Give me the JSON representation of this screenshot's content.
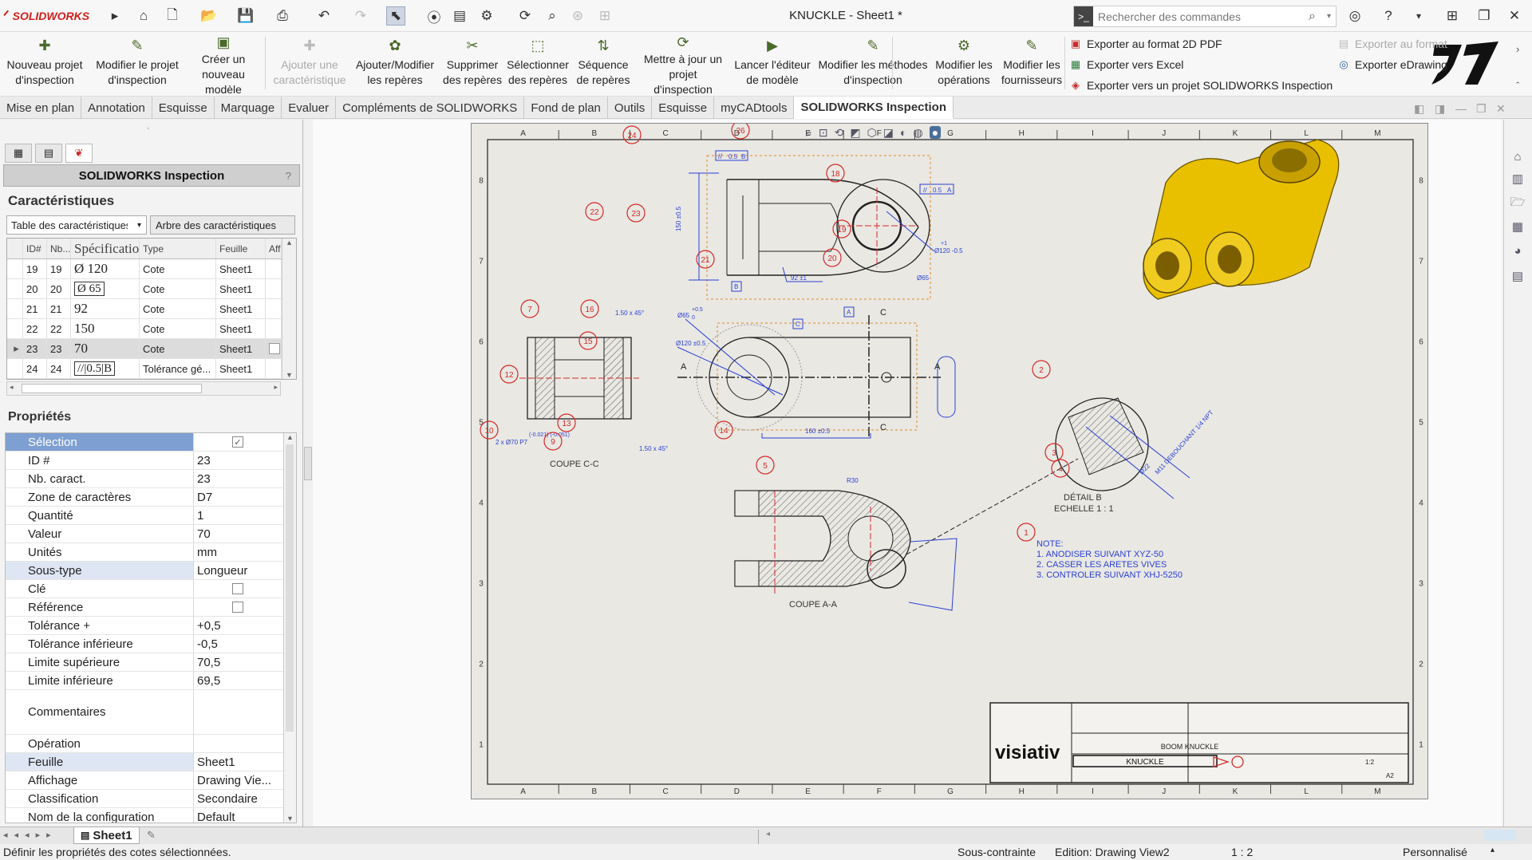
{
  "app": {
    "brand": "SOLIDWORKS",
    "document_title": "KNUCKLE - Sheet1 *"
  },
  "search": {
    "placeholder": "Rechercher des commandes"
  },
  "ribbon": {
    "buttons": [
      {
        "label": "Nouveau projet\nd'inspection",
        "icon": "new-project-icon",
        "enabled": true
      },
      {
        "label": "Modifier le projet\nd'inspection",
        "icon": "edit-project-icon",
        "enabled": true
      },
      {
        "label": "Créer un\nnouveau modèle",
        "icon": "new-template-icon",
        "enabled": true
      },
      {
        "label": "Ajouter une\ncaractéristique",
        "icon": "add-characteristic-icon",
        "enabled": false
      },
      {
        "label": "Ajouter/Modifier\nles repères",
        "icon": "add-balloons-icon",
        "enabled": true
      },
      {
        "label": "Supprimer\ndes repères",
        "icon": "delete-balloons-icon",
        "enabled": true
      },
      {
        "label": "Sélectionner\ndes repères",
        "icon": "select-balloons-icon",
        "enabled": true
      },
      {
        "label": "Séquence\nde repères",
        "icon": "balloon-sequence-icon",
        "enabled": true
      },
      {
        "label": "Mettre à jour un\nprojet d'inspection",
        "icon": "update-project-icon",
        "enabled": true
      },
      {
        "label": "Lancer l'éditeur\nde modèle",
        "icon": "template-editor-icon",
        "enabled": true
      },
      {
        "label": "Modifier les méthodes\nd'inspection",
        "icon": "inspection-methods-icon",
        "enabled": true
      },
      {
        "label": "Modifier les\nopérations",
        "icon": "operations-icon",
        "enabled": true
      },
      {
        "label": "Modifier les\nfournisseurs",
        "icon": "vendors-icon",
        "enabled": true
      }
    ],
    "exports": [
      {
        "label": "Exporter au format 2D PDF",
        "icon": "pdf-icon",
        "enabled": true
      },
      {
        "label": "Exporter vers Excel",
        "icon": "excel-icon",
        "enabled": true
      },
      {
        "label": "Exporter vers un projet SOLIDWORKS Inspection",
        "icon": "inspection-export-icon",
        "enabled": true
      },
      {
        "label": "Exporter au format",
        "icon": "format-export-icon",
        "enabled": false
      },
      {
        "label": "Exporter eDrawing",
        "icon": "edrawing-icon",
        "enabled": true
      }
    ]
  },
  "tabs": [
    "Mise en plan",
    "Annotation",
    "Esquisse",
    "Marquage",
    "Evaluer",
    "Compléments de SOLIDWORKS",
    "Fond de plan",
    "Outils",
    "Esquisse",
    "myCADtools",
    "SOLIDWORKS Inspection"
  ],
  "active_tab": "SOLIDWORKS Inspection",
  "panel": {
    "title": "SOLIDWORKS Inspection",
    "help": "?",
    "characteristics_heading": "Caractéristiques",
    "table_dropdown": "Table des caractéristiques",
    "tree_button": "Arbre des caractéristiques",
    "columns": [
      "ID#",
      "Nb...",
      "Spécification",
      "Type",
      "Feuille",
      "Aff"
    ],
    "rows": [
      {
        "id": "19",
        "nb": "19",
        "spec": "Ø 120",
        "type": "Cote",
        "sheet": "Sheet1",
        "boxed": false
      },
      {
        "id": "20",
        "nb": "20",
        "spec": "Ø  65",
        "type": "Cote",
        "sheet": "Sheet1",
        "boxed": true
      },
      {
        "id": "21",
        "nb": "21",
        "spec": "92",
        "type": "Cote",
        "sheet": "Sheet1",
        "boxed": false
      },
      {
        "id": "22",
        "nb": "22",
        "spec": "150",
        "type": "Cote",
        "sheet": "Sheet1",
        "boxed": false
      },
      {
        "id": "23",
        "nb": "23",
        "spec": "70",
        "type": "Cote",
        "sheet": "Sheet1",
        "boxed": false
      },
      {
        "id": "24",
        "nb": "24",
        "spec": "//|0.5|B",
        "type": "Tolérance gé...",
        "sheet": "Sheet1",
        "boxed": true
      }
    ],
    "selected_row": 4,
    "properties_heading": "Propriétés",
    "properties": [
      {
        "key": "Sélection",
        "value": "",
        "kind": "checked"
      },
      {
        "key": "ID #",
        "value": "23"
      },
      {
        "key": "Nb. caract.",
        "value": "23"
      },
      {
        "key": "Zone de caractères",
        "value": "D7"
      },
      {
        "key": "Quantité",
        "value": "1"
      },
      {
        "key": "Valeur",
        "value": "70"
      },
      {
        "key": "Unités",
        "value": "mm"
      },
      {
        "key": "Sous-type",
        "value": "Longueur"
      },
      {
        "key": "Clé",
        "value": "",
        "kind": "checkbox"
      },
      {
        "key": "Référence",
        "value": "",
        "kind": "checkbox"
      },
      {
        "key": "Tolérance +",
        "value": "+0,5"
      },
      {
        "key": "Tolérance inférieure",
        "value": "-0,5"
      },
      {
        "key": "Limite supérieure",
        "value": "70,5"
      },
      {
        "key": "Limite inférieure",
        "value": "69,5"
      },
      {
        "key": "Commentaires",
        "value": "",
        "kind": "tall"
      },
      {
        "key": "Opération",
        "value": ""
      },
      {
        "key": "Feuille",
        "value": "Sheet1"
      },
      {
        "key": "Affichage",
        "value": "Drawing Vie..."
      },
      {
        "key": "Classification",
        "value": "Secondaire"
      },
      {
        "key": "Nom de la configuration",
        "value": "Default"
      }
    ]
  },
  "drawing": {
    "col_labels": [
      "A",
      "B",
      "C",
      "D",
      "E",
      "F",
      "G",
      "H",
      "I",
      "J",
      "K",
      "L",
      "M"
    ],
    "row_labels": [
      "8",
      "7",
      "6",
      "5",
      "4",
      "3",
      "2",
      "1"
    ],
    "balloons": [
      "1",
      "2",
      "3",
      "4",
      "5",
      "7",
      "9",
      "10",
      "12",
      "13",
      "14",
      "15",
      "16",
      "18",
      "19",
      "20",
      "21",
      "22",
      "23",
      "24",
      "26"
    ],
    "dims": {
      "d_65": "Ø65",
      "d_120_tol": "Ø120 ±0.5",
      "d_120b": "Ø120 -0.5",
      "d_92": "92 ±1",
      "d_150": "150 ±0.5",
      "d_160": "160 ±0.5",
      "d_70p7": "2 x Ø70 P7",
      "d_70tol": "(-0.021)\n(-0.051)",
      "r30": "R30",
      "chamfer1": "1.50 x 45°",
      "chamfer2": "1.50 x 45°",
      "thread": "M11 DEBOUCHANT 1/4 NPT",
      "d_65_tol_up": "+0.5",
      "d_65_tol_lo": "0",
      "d_65_small": "Ø65",
      "d_plus1": "+1",
      "r20": "Ø22",
      "gtol_parallel": "0.5",
      "gtol_datum": "B",
      "gtol_parallel2": "0.5",
      "gtol_datum2": "A"
    },
    "section_labels": {
      "coupe_cc": "COUPE C-C",
      "coupe_aa": "COUPE A-A",
      "detail_b": "DÉTAIL B",
      "echelle": "ECHELLE 1 : 1",
      "cut_a": "A",
      "cut_c": "C",
      "datum_c": "C",
      "datum_a": "A",
      "datum_b": "B"
    },
    "notes": [
      "NOTE:",
      "1. ANODISER SUIVANT XYZ-50",
      "2. CASSER LES ARETES VIVES",
      "3. CONTROLER SUIVANT XHJ-5250"
    ],
    "title_block": {
      "company": "visiativ",
      "description": "BOOM KNUCKLE",
      "part": "KNUCKLE",
      "scale": "1:2",
      "size": "A2"
    }
  },
  "sheet_tab": "Sheet1",
  "status": {
    "message": "Définir les propriétés des cotes sélectionnées.",
    "constraint": "Sous-contrainte",
    "edit": "Edition: Drawing View2",
    "scale": "1 : 2",
    "custom": "Personnalisé"
  },
  "colors": {
    "balloon": "#d42a2a",
    "dimension": "#2a3fd4",
    "accent_yellow": "#e8c000",
    "selection": "#7e9fd1"
  }
}
